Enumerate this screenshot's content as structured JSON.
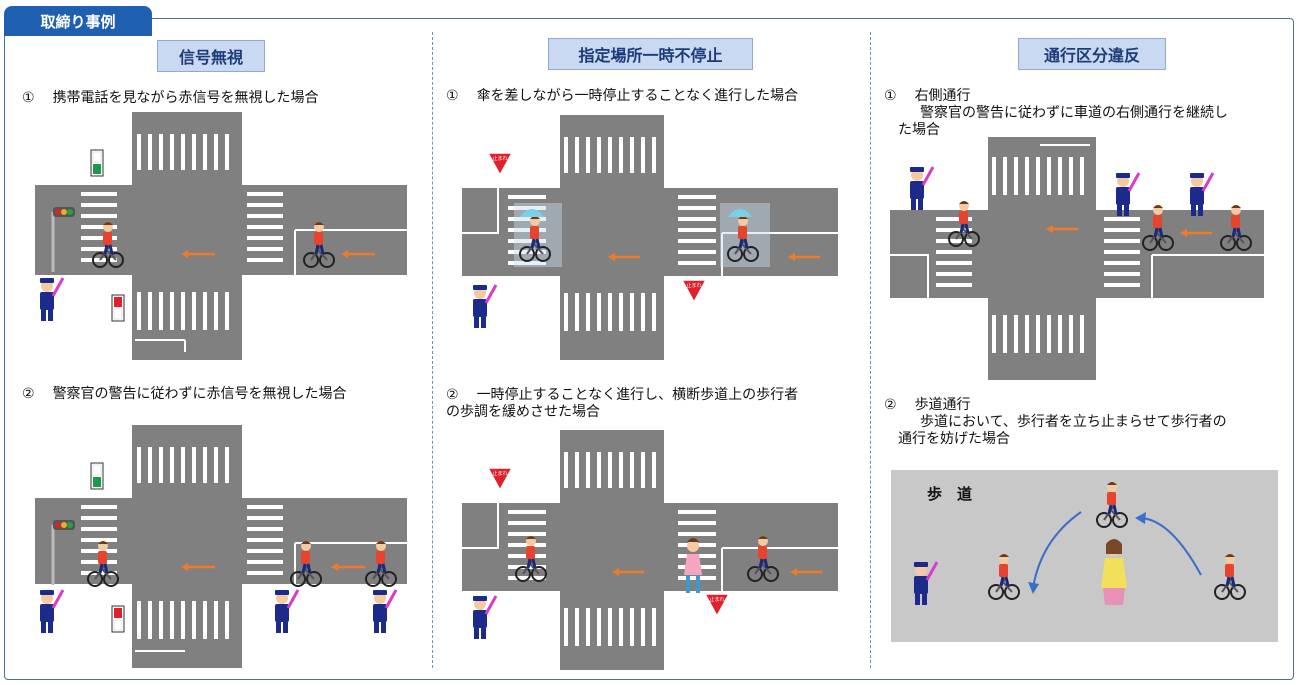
{
  "badge": "取締り事例",
  "columns": [
    {
      "title": "信号無視",
      "items": [
        {
          "num": "①",
          "text": "携帯電話を見ながら赤信号を無視した場合"
        },
        {
          "num": "②",
          "text": "警察官の警告に従わずに赤信号を無視した場合"
        }
      ]
    },
    {
      "title": "指定場所一時不停止",
      "items": [
        {
          "num": "①",
          "text": "傘を差しながら一時停止することなく進行した場合"
        },
        {
          "num": "②",
          "text": "一時停止することなく進行し、横断歩道上の歩行者",
          "text2": "の歩調を緩めさせた場合"
        }
      ]
    },
    {
      "title": "通行区分違反",
      "items": [
        {
          "num": "①",
          "text": "右側通行",
          "text2": "警察官の警告に従わずに車道の右側通行を継続し",
          "text3": "た場合"
        },
        {
          "num": "②",
          "text": "歩道通行",
          "text2": "歩道において、歩行者を立ち止まらせて歩行者の",
          "text3": "通行を妨げた場合"
        }
      ]
    }
  ],
  "sidewalk_label": "歩　道",
  "colors": {
    "road": "#808080",
    "accent": "#1f5fb0",
    "arrow": "#f07a2a",
    "sign": "#e0202a"
  }
}
